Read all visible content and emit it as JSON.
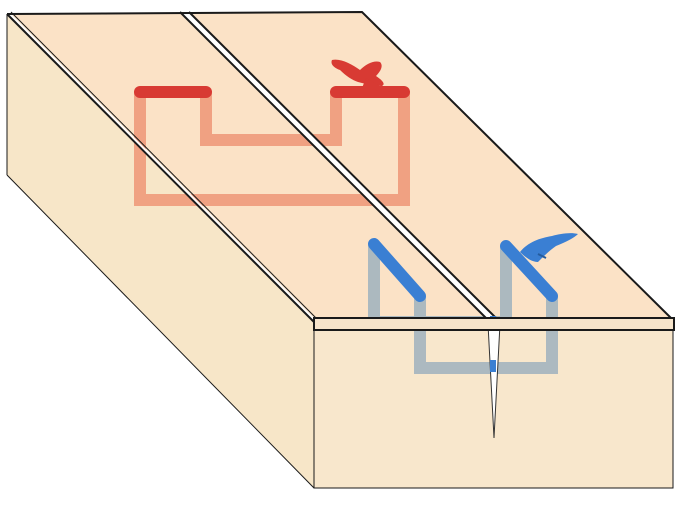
{
  "colors": {
    "background": "#ffffff",
    "block_top": "#fbe2c6",
    "block_left": "#f7e6c8",
    "block_front": "#f8e7cc",
    "edge": "#1a1a1a",
    "red_stitch": "#d83a33",
    "red_stitch_hidden": "#ee9a7a",
    "blue_stitch": "#3a7fd3",
    "blue_stitch_hidden": "#a8b6bf",
    "cut": "#ffffff"
  },
  "parts": {
    "block": "fabric-block",
    "top_seam": "diagonal-slit",
    "front_cut": "vertical-cut",
    "needle_red": "needle-icon",
    "needle_blue": "needle-icon"
  }
}
